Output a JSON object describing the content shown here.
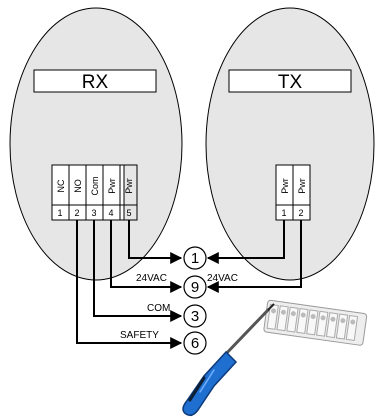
{
  "receiver": {
    "title": "RX",
    "pins": [
      {
        "name": "NC",
        "number": "1"
      },
      {
        "name": "NO",
        "number": "2"
      },
      {
        "name": "Com",
        "number": "3"
      },
      {
        "name": "Pwr",
        "number": "4"
      },
      {
        "name": "Pwr",
        "number": "5"
      }
    ]
  },
  "transmitter": {
    "title": "TX",
    "pins": [
      {
        "name": "Pwr",
        "number": "1"
      },
      {
        "name": "Pwr",
        "number": "2"
      }
    ]
  },
  "terminals": [
    {
      "number": "1",
      "label": ""
    },
    {
      "number": "9",
      "label": "24VAC"
    },
    {
      "number": "3",
      "label": "COM"
    },
    {
      "number": "6",
      "label": "SAFETY"
    }
  ],
  "tx_supply_label": "24VAC",
  "colors": {
    "housing": "#e6e6e6",
    "outline": "#000000",
    "screwdriver_handle": "#1f6fd1"
  }
}
